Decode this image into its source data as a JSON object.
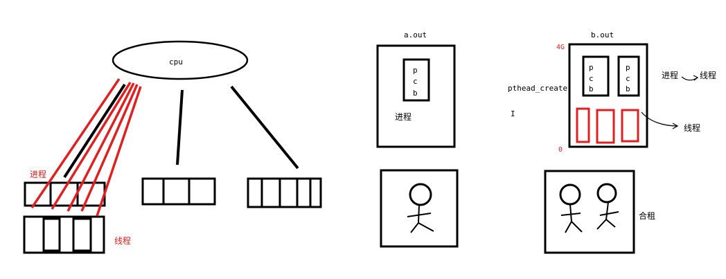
{
  "colors": {
    "ink": "#000000",
    "accent_red": "#e02020"
  },
  "left_diagram": {
    "cpu_label": "cpu",
    "process_label": "进程",
    "thread_label": "线程"
  },
  "middle_diagram": {
    "program_label": "a.out",
    "pcb_letters": [
      "p",
      "c",
      "b"
    ],
    "process_label": "进程"
  },
  "right_diagram": {
    "program_label": "b.out",
    "top_label": "4G",
    "bottom_label": "0",
    "create_label": "pthead_create",
    "cursor_glyph": "I",
    "pcb_letters": [
      "p",
      "c",
      "b"
    ],
    "process_label": "进程",
    "thread_label_top": "线程",
    "thread_label_mid": "线程",
    "shared_label": "合租"
  }
}
